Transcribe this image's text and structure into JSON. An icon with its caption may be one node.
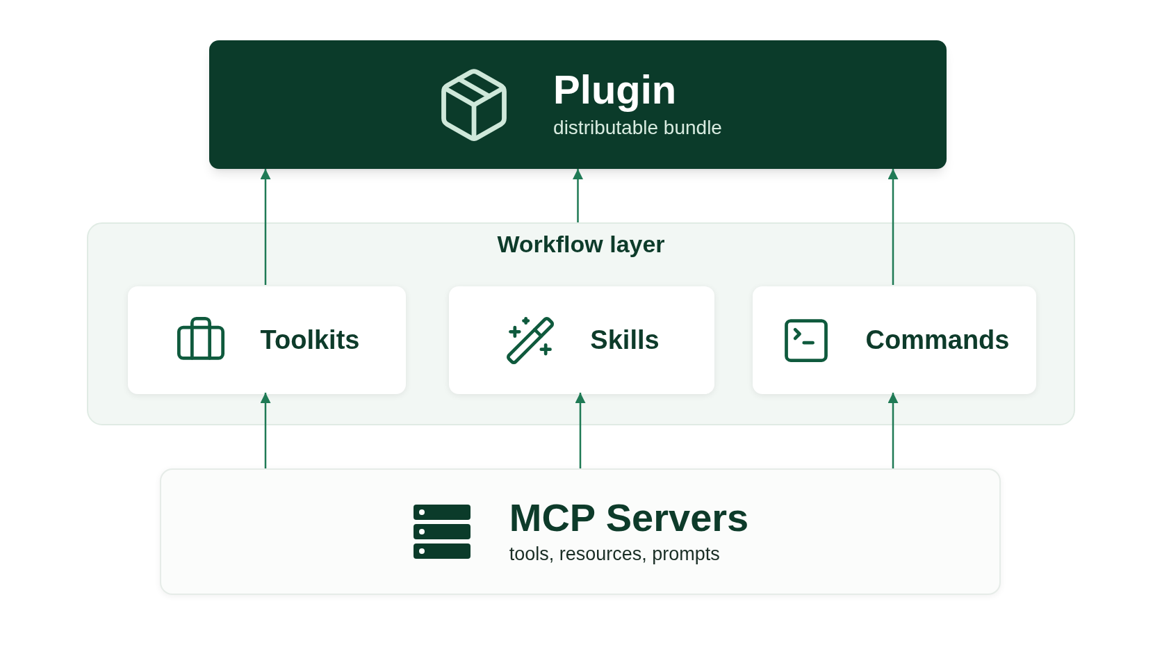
{
  "diagram": {
    "nodes": [
      {
        "text": [
          "Plugin",
          "distributable bundle"
        ]
      },
      {
        "text": [
          "Workflow layer"
        ]
      },
      {
        "text": [
          "Toolkits"
        ],
        "in": 1
      },
      {
        "text": [
          "Skills"
        ],
        "in": 1
      },
      {
        "text": [
          "Commands"
        ],
        "in": 1
      },
      {
        "text": [
          "MCP Servers",
          "tools, resources, prompts"
        ]
      }
    ],
    "edges": [
      {
        "from": 2,
        "to": 0,
        "arrow": "to"
      },
      {
        "from": 1,
        "to": 0,
        "arrow": "to"
      },
      {
        "from": 4,
        "to": 0,
        "arrow": "to"
      },
      {
        "from": 5,
        "to": 2,
        "arrow": "to"
      },
      {
        "from": 5,
        "to": 3,
        "arrow": "to"
      },
      {
        "from": 5,
        "to": 4,
        "arrow": "to"
      }
    ]
  }
}
